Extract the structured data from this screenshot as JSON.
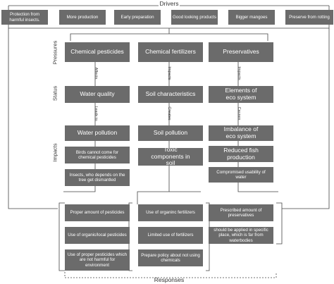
{
  "title": "Drivers",
  "footer": "Responses",
  "drivers": [
    "Protection from harmful insects.",
    "More production",
    "Early preparation",
    "Good looking products",
    "Bigger mangoes",
    "Preserve from rotting"
  ],
  "sections": {
    "pressures": "Pressures",
    "status": "Status",
    "impacts": "Impacts"
  },
  "pressures": [
    "Chemical pesticides",
    "Chemical fertilizers",
    "Preservatives"
  ],
  "pressure_links": [
    "Affects",
    "Impacts",
    "Impacts"
  ],
  "status": [
    "Water quality",
    "Soil characteristics",
    "Elements of eco system"
  ],
  "status_links": [
    "Leads to",
    "Creates",
    "Causes"
  ],
  "impacts": {
    "col1": [
      "Water pollution",
      "Birds cannot come for chemical pesticides",
      "Insects, who depends on the tree get dismantled"
    ],
    "col2": [
      "Soil pollution",
      "Toxic components in soil"
    ],
    "col3": [
      "Imbalance of eco system",
      "Reduced fish production",
      "Compromised usability of water"
    ]
  },
  "responses": {
    "col1": [
      "Proper amount of pesticides",
      "Use of organic/local pesticides",
      "Use of proper pesticides which are not harmful for environment"
    ],
    "col2": [
      "Use of organinc fertilizers",
      "Limited use of fertilizers",
      "Prepare policy about not using chemicals"
    ],
    "col3": [
      "Prescribed amount of preservatives",
      "should be applied in specific place, which is far from waterbodies"
    ]
  }
}
